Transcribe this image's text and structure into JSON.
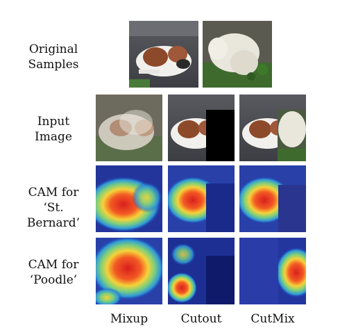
{
  "figure": {
    "row_labels": {
      "original": [
        "Original",
        "Samples"
      ],
      "input": [
        "Input",
        "Image"
      ],
      "cam_st_bernard": [
        "CAM for",
        "‘St. Bernard’"
      ],
      "cam_poodle": [
        "CAM for",
        "‘Poodle’"
      ]
    },
    "column_labels": [
      "Mixup",
      "Cutout",
      "CutMix"
    ],
    "samples": [
      "st-bernard-photo",
      "poodle-photo"
    ]
  }
}
